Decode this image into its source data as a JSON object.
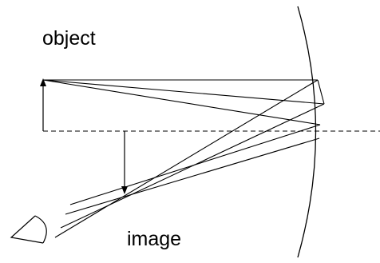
{
  "labels": {
    "object": "object",
    "image": "image"
  },
  "colors": {
    "ink": "#000000",
    "background": "#ffffff"
  },
  "elements": {
    "mirror": "concave-mirror",
    "axis": "optical-axis",
    "object_arrow": "object-arrow",
    "image_arrow": "image-arrow",
    "eye": "eye-icon"
  }
}
